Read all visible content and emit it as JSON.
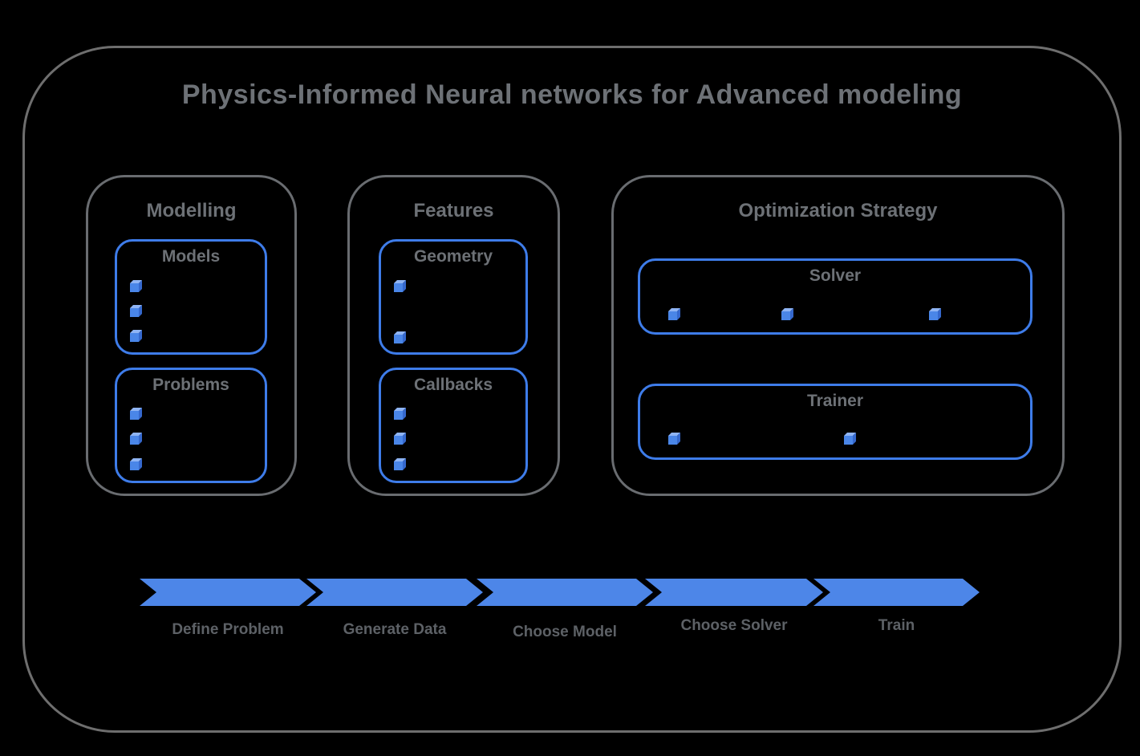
{
  "diagram": {
    "title": "Physics-Informed Neural networks for Advanced modeling",
    "sections": [
      {
        "label": "Modelling",
        "groups": [
          {
            "label": "Models",
            "bullet_count": 3,
            "bullet_icon": "blue-cube"
          },
          {
            "label": "Problems",
            "bullet_count": 3,
            "bullet_icon": "blue-cube"
          }
        ]
      },
      {
        "label": "Features",
        "groups": [
          {
            "label": "Geometry",
            "bullet_count": 2,
            "bullet_icon": "blue-cube"
          },
          {
            "label": "Callbacks",
            "bullet_count": 3,
            "bullet_icon": "blue-cube"
          }
        ]
      },
      {
        "label": "Optimization Strategy",
        "groups": [
          {
            "label": "Solver",
            "bullet_count": 3,
            "bullet_icon": "blue-cube"
          },
          {
            "label": "Trainer",
            "bullet_count": 2,
            "bullet_icon": "blue-cube"
          }
        ]
      }
    ],
    "flow_steps": [
      {
        "label": "Define Problem"
      },
      {
        "label": "Generate Data"
      },
      {
        "label": "Choose Model"
      },
      {
        "label": "Choose Solver"
      },
      {
        "label": "Train"
      }
    ],
    "colors": {
      "background": "#000000",
      "frame_border": "#6e6e6e",
      "section_border": "#696c70",
      "group_border_blue": "#3e7ce9",
      "arrow_blue": "#4d86e8",
      "cube_front": "#4a86e8",
      "cube_top": "#8fb4f4",
      "cube_side": "#3568cd",
      "heading_text": "#6d7176",
      "flow_label_text": "#5d6166"
    }
  }
}
